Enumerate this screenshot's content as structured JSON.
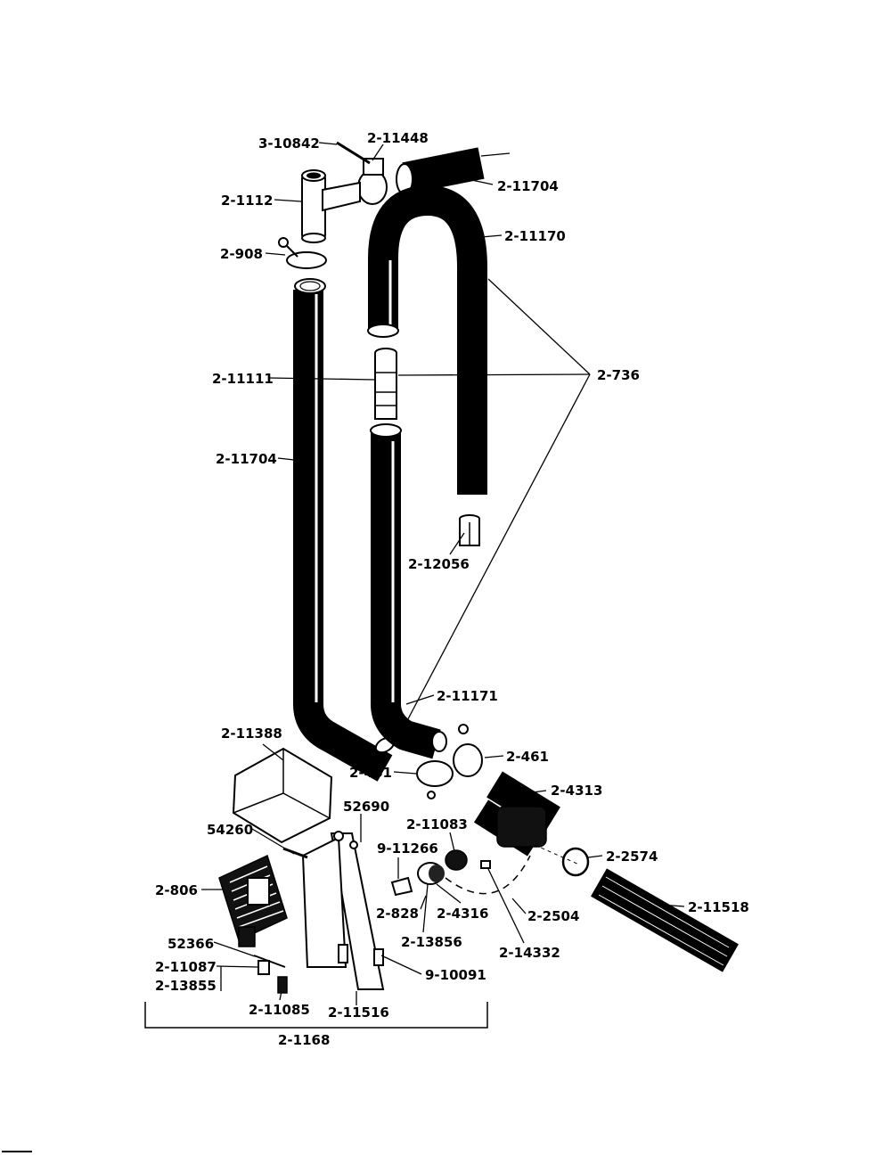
{
  "labels": {
    "p_3_10842": "3-10842",
    "p_2_11448": "2-11448",
    "p_2_11704_top": "2-11704",
    "p_2_1112": "2-1112",
    "p_2_11170": "2-11170",
    "p_2_908": "2-908",
    "p_2_11111": "2-11111",
    "p_2_736": "2-736",
    "p_2_11704_left": "2-11704",
    "p_2_12056": "2-12056",
    "p_2_11171": "2-11171",
    "p_2_11388": "2-11388",
    "p_2_461_left": "2-461",
    "p_2_461_right": "2-461",
    "p_2_4313": "2-4313",
    "p_52690": "52690",
    "p_2_11083": "2-11083",
    "p_54260": "54260",
    "p_9_11266": "9-11266",
    "p_2_2574": "2-2574",
    "p_2_806": "2-806",
    "p_2_828": "2-828",
    "p_2_4316": "2-4316",
    "p_2_2504": "2-2504",
    "p_2_11518": "2-11518",
    "p_2_13856": "2-13856",
    "p_52366": "52366",
    "p_2_14332": "2-14332",
    "p_2_11087": "2-11087",
    "p_2_13855": "2-13855",
    "p_9_10091": "9-10091",
    "p_2_11085": "2-11085",
    "p_2_11516": "2-11516",
    "p_2_1168": "2-1168"
  }
}
